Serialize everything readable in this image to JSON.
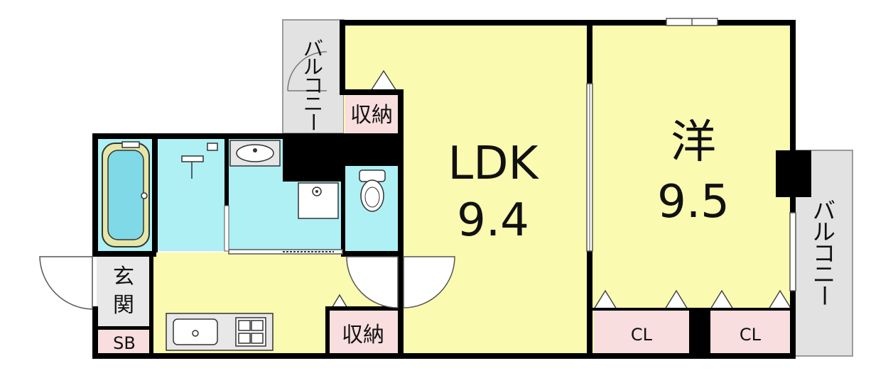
{
  "colors": {
    "room": "#fafab0",
    "wet": "#aef0f4",
    "storage": "#f8dede",
    "balcony": "#e2e2e2",
    "wall": "#000000",
    "fixture": "#d8d8d8"
  },
  "rooms": {
    "ldk_label": "LDK",
    "ldk_size": "9.4",
    "western_label": "洋",
    "western_size": "9.5",
    "storage_top": "収納",
    "storage_bottom": "収納",
    "closet_left": "CL",
    "closet_right": "CL",
    "entrance": "玄関",
    "shoe_box": "SB"
  },
  "balconies": {
    "top_left": [
      "バ",
      "ル",
      "コ",
      "ニ",
      "ー"
    ],
    "right": [
      "バ",
      "ル",
      "コ",
      "ニ",
      "ー"
    ]
  },
  "icons": {
    "bathtub": "bathtub-icon",
    "washbasin": "washbasin-icon",
    "washer": "washing-machine-pan-icon",
    "toilet": "toilet-icon",
    "sink": "kitchen-sink-icon",
    "stove": "stove-icon"
  }
}
